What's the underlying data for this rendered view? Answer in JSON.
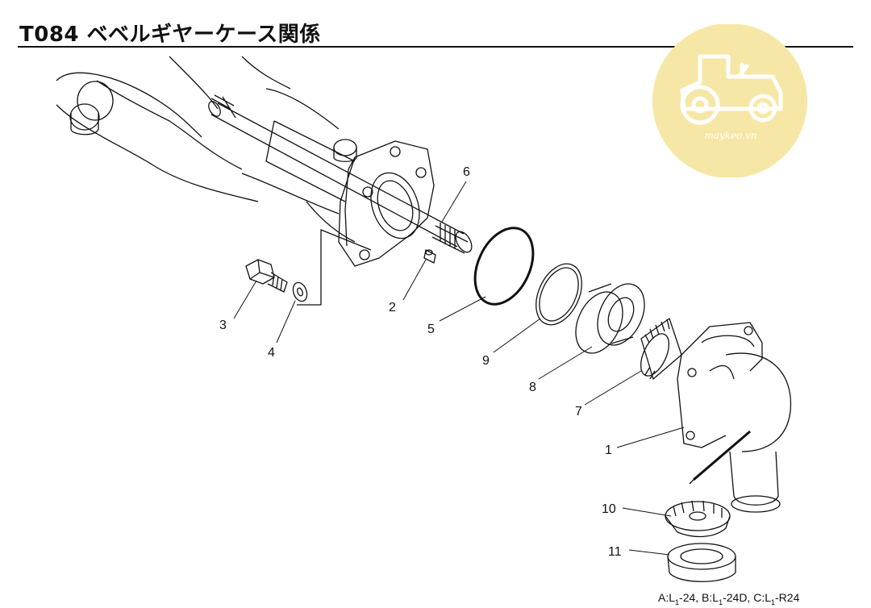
{
  "header": {
    "title": "T084 ベベルギヤーケース関係"
  },
  "watermark": {
    "text": "maykeo.vn",
    "color": "#f7e7a6"
  },
  "callouts": [
    {
      "id": "1",
      "label": "1"
    },
    {
      "id": "2",
      "label": "2"
    },
    {
      "id": "3",
      "label": "3"
    },
    {
      "id": "4",
      "label": "4"
    },
    {
      "id": "5",
      "label": "5"
    },
    {
      "id": "6",
      "label": "6"
    },
    {
      "id": "7",
      "label": "7"
    },
    {
      "id": "8",
      "label": "8"
    },
    {
      "id": "9",
      "label": "9"
    },
    {
      "id": "10",
      "label": "10"
    },
    {
      "id": "11",
      "label": "11"
    }
  ],
  "footnote": {
    "a_label": "A:L",
    "a_sub": "1",
    "a_val": "-24,",
    "b_label": " B:L",
    "b_sub": "1",
    "b_val": "-24D,",
    "c_label": " C:L",
    "c_sub": "1",
    "c_val": "-R24"
  }
}
